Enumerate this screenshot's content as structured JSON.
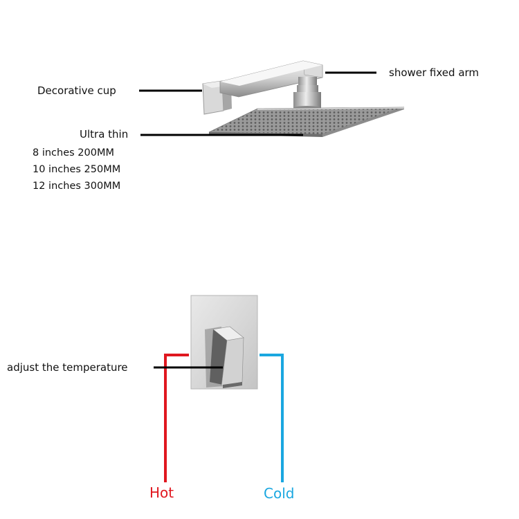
{
  "labels": {
    "decorative_cup": "Decorative cup",
    "fixed_arm": "shower fixed arm",
    "ultra_thin": "Ultra thin",
    "sizes": [
      "8 inches 200MM",
      "10 inches 250MM",
      "12 inches 300MM"
    ],
    "adjust_temperature": "adjust the temperature"
  },
  "pipes": {
    "hot": {
      "label": "Hot",
      "color": "#e0171f"
    },
    "cold": {
      "label": "Cold",
      "color": "#1aa7e0"
    }
  },
  "colors": {
    "leader_line": "#000000",
    "metal_light": "#e4e4e4",
    "metal_mid": "#bcbcbc",
    "metal_dark": "#7c7c7c"
  }
}
